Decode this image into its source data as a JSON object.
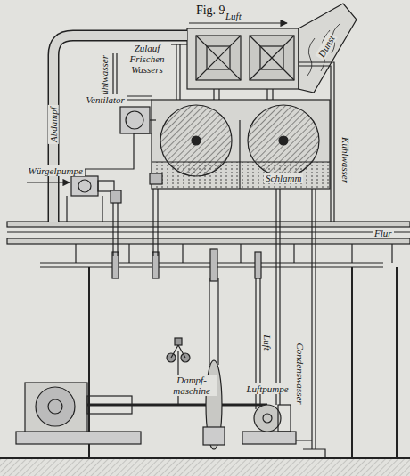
{
  "diagram": {
    "title": "Fig. 9.",
    "labels": [
      "Luft",
      "Zulauf Frischen Wassers",
      "Abdampf",
      "Kühlwasser",
      "Ventilator",
      "Würgelpumpe",
      "Schlamm",
      "Flur",
      "Dampf- maschine",
      "Luftpumpe",
      "Luft",
      "Condenswasser",
      "Kühlwasser",
      "Dunst"
    ]
  }
}
